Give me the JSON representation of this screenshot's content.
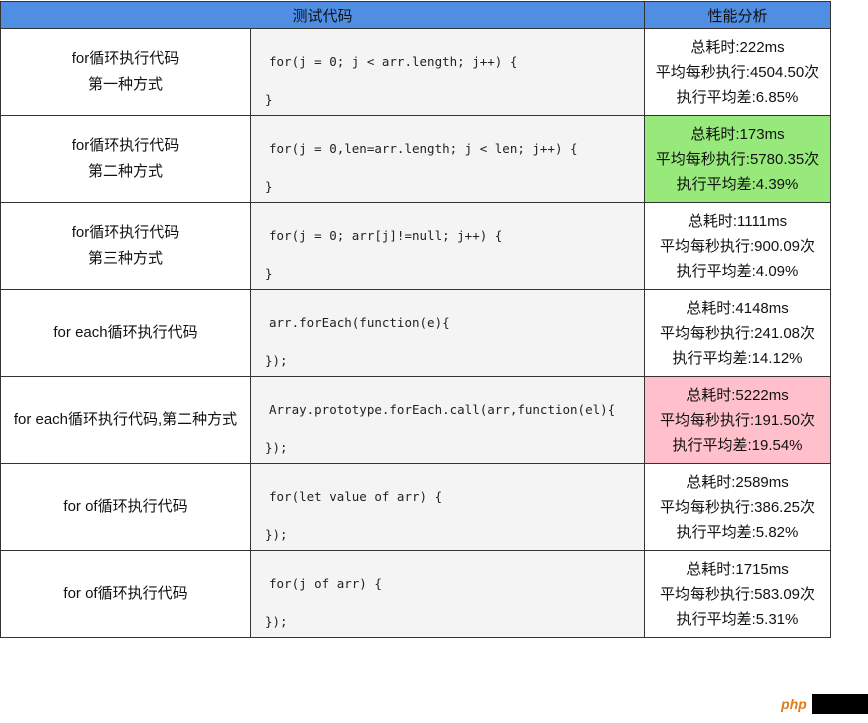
{
  "headers": {
    "code": "测试代码",
    "perf": "性能分析"
  },
  "rows": [
    {
      "label": [
        "for循环执行代码",
        "第一种方式"
      ],
      "code": [
        "for(j = 0; j < arr.length; j++) {",
        "}"
      ],
      "perf": [
        "总耗时:222ms",
        "平均每秒执行:4504.50次",
        "执行平均差:6.85%"
      ],
      "highlight": ""
    },
    {
      "label": [
        "for循环执行代码",
        "第二种方式"
      ],
      "code": [
        "for(j = 0,len=arr.length; j < len; j++) {",
        "}"
      ],
      "perf": [
        "总耗时:173ms",
        "平均每秒执行:5780.35次",
        "执行平均差:4.39%"
      ],
      "highlight": "best"
    },
    {
      "label": [
        "for循环执行代码",
        "第三种方式"
      ],
      "code": [
        "for(j = 0; arr[j]!=null; j++) {",
        "}"
      ],
      "perf": [
        "总耗时:1111ms",
        "平均每秒执行:900.09次",
        "执行平均差:4.09%"
      ],
      "highlight": ""
    },
    {
      "label": [
        "for each循环执行代码"
      ],
      "code": [
        "arr.forEach(function(e){",
        "});"
      ],
      "perf": [
        "总耗时:4148ms",
        "平均每秒执行:241.08次",
        "执行平均差:14.12%"
      ],
      "highlight": ""
    },
    {
      "label": [
        "for each循环执行代码,第二种方式"
      ],
      "code": [
        "Array.prototype.forEach.call(arr,function(el){",
        "});"
      ],
      "perf": [
        "总耗时:5222ms",
        "平均每秒执行:191.50次",
        "执行平均差:19.54%"
      ],
      "highlight": "worst"
    },
    {
      "label": [
        "for of循环执行代码"
      ],
      "code": [
        "for(let value of arr) {",
        "});"
      ],
      "perf": [
        "总耗时:2589ms",
        "平均每秒执行:386.25次",
        "执行平均差:5.82%"
      ],
      "highlight": ""
    },
    {
      "label": [
        "for of循环执行代码"
      ],
      "code": [
        "for(j of arr) {",
        "});"
      ],
      "perf": [
        "总耗时:1715ms",
        "平均每秒执行:583.09次",
        "执行平均差:5.31%"
      ],
      "highlight": ""
    }
  ],
  "watermark": {
    "text": "php"
  },
  "colors": {
    "header_bg": "#4f8ee3",
    "best_bg": "#96e97a",
    "worst_bg": "#ffc0cb",
    "code_bg": "#f4f4f4"
  }
}
